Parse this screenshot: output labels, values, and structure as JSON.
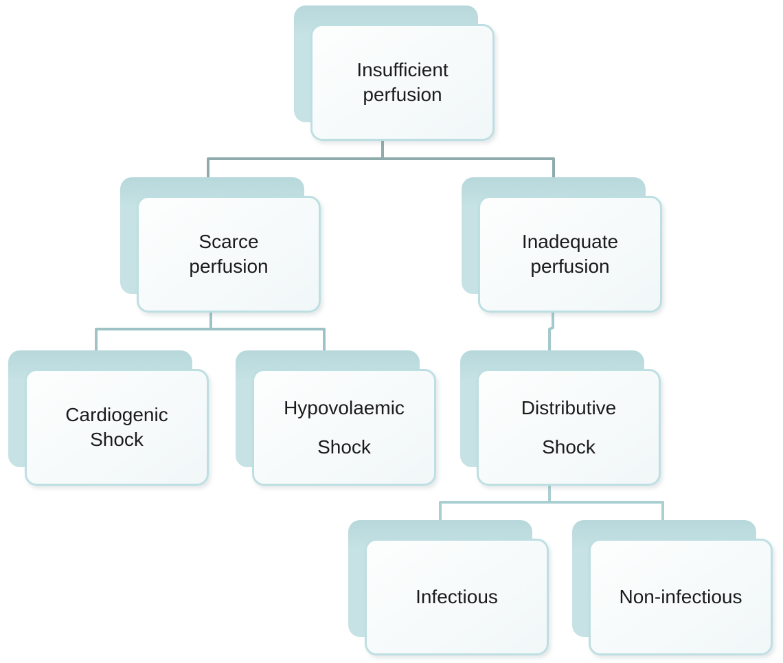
{
  "nodes": {
    "insufficient": {
      "label": "Insufficient perfusion"
    },
    "scarce": {
      "label": "Scarce perfusion"
    },
    "inadequate": {
      "label": "Inadequate perfusion"
    },
    "cardiogenic": {
      "label": "Cardiogenic Shock"
    },
    "hypovolaemic": {
      "label": "Hypovolaemic Shock"
    },
    "distributive": {
      "label": "Distributive Shock"
    },
    "infectious": {
      "label": "Infectious"
    },
    "noninfectious": {
      "label": "Non-infectious"
    }
  },
  "hierarchy": {
    "root": "Insufficient perfusion",
    "children": [
      {
        "label": "Scarce perfusion",
        "children": [
          {
            "label": "Cardiogenic Shock"
          },
          {
            "label": "Hypovolaemic Shock"
          }
        ]
      },
      {
        "label": "Inadequate perfusion",
        "children": [
          {
            "label": "Distributive Shock",
            "children": [
              {
                "label": "Infectious"
              },
              {
                "label": "Non-infectious"
              }
            ]
          }
        ]
      }
    ]
  },
  "colors": {
    "background": "#ffffff",
    "node_back_fill": "#c6e2e4",
    "node_back_fill_top": "#b7d8db",
    "node_front_border": "#bedfe2",
    "node_front_fill_a": "#fdfefe",
    "node_front_fill_b": "#f1f7f8",
    "connector_level1": "#8fabab",
    "connector_level2_left": "#9dc3c7",
    "connector_level2_right": "#a3c9cd",
    "connector_level3": "#aacfd3",
    "text": "#1b1b1b"
  }
}
